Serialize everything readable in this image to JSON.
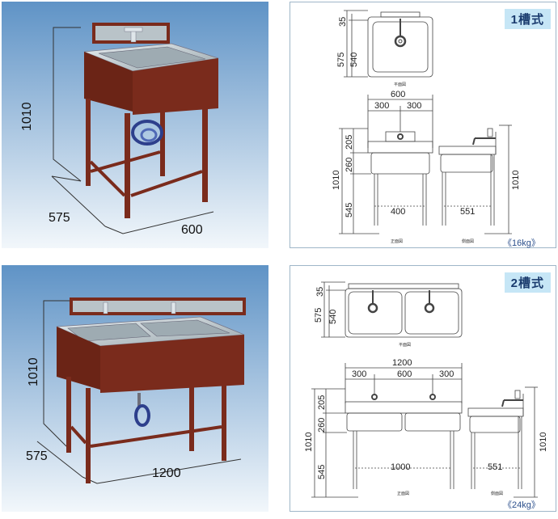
{
  "variants": [
    {
      "title": "1槽式",
      "weight": "《16kg》",
      "photo_dims": {
        "depth": "575",
        "width": "600",
        "height": "1010"
      },
      "drawing": {
        "plan_dims": [
          "35",
          "575",
          "540"
        ],
        "plan_caption": "平面図",
        "top_width": "600",
        "sub_widths": [
          "300",
          "300"
        ],
        "front_heights": [
          "205",
          "260",
          "545"
        ],
        "total_height_left": "1010",
        "total_height_right": "1010",
        "leg_span": "400",
        "side_depth": "551",
        "front_caption": "正面図",
        "side_caption": "側面図"
      }
    },
    {
      "title": "2槽式",
      "weight": "《24kg》",
      "photo_dims": {
        "depth": "575",
        "width": "1200",
        "height": "1010"
      },
      "drawing": {
        "plan_dims": [
          "35",
          "575",
          "540"
        ],
        "plan_caption": "平面図",
        "top_width": "1200",
        "sub_widths": [
          "300",
          "600",
          "300"
        ],
        "front_heights": [
          "205",
          "260",
          "545"
        ],
        "total_height_left": "1010",
        "total_height_right": "1010",
        "leg_span": "1000",
        "side_depth": "551",
        "front_caption": "正面図",
        "side_caption": "側面図"
      }
    }
  ],
  "colors": {
    "photo_bg_top": "#5f93c6",
    "photo_bg_bottom": "#f2f7fb",
    "cabinet": "#7a2b1c",
    "steel": "#b9c3c8",
    "badge_bg": "#c6e6f6",
    "badge_text": "#1a3b6e",
    "weight_text": "#2b4f8c"
  }
}
